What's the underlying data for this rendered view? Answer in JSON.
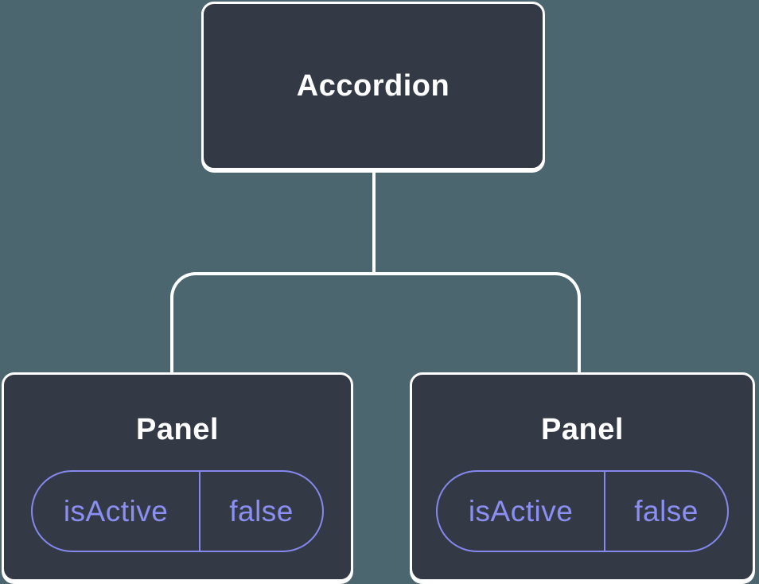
{
  "diagram": {
    "root_node": {
      "label": "Accordion"
    },
    "child_nodes": [
      {
        "label": "Panel",
        "state": {
          "name": "isActive",
          "value": "false"
        }
      },
      {
        "label": "Panel",
        "state": {
          "name": "isActive",
          "value": "false"
        }
      }
    ],
    "colors": {
      "background": "#4B666F",
      "node_fill": "#343A45",
      "node_border": "#FFFFFF",
      "node_text": "#FFFFFF",
      "connector": "#FFFFFF",
      "state_accent": "#8588EE",
      "state_text": "#8B8EF2"
    }
  }
}
